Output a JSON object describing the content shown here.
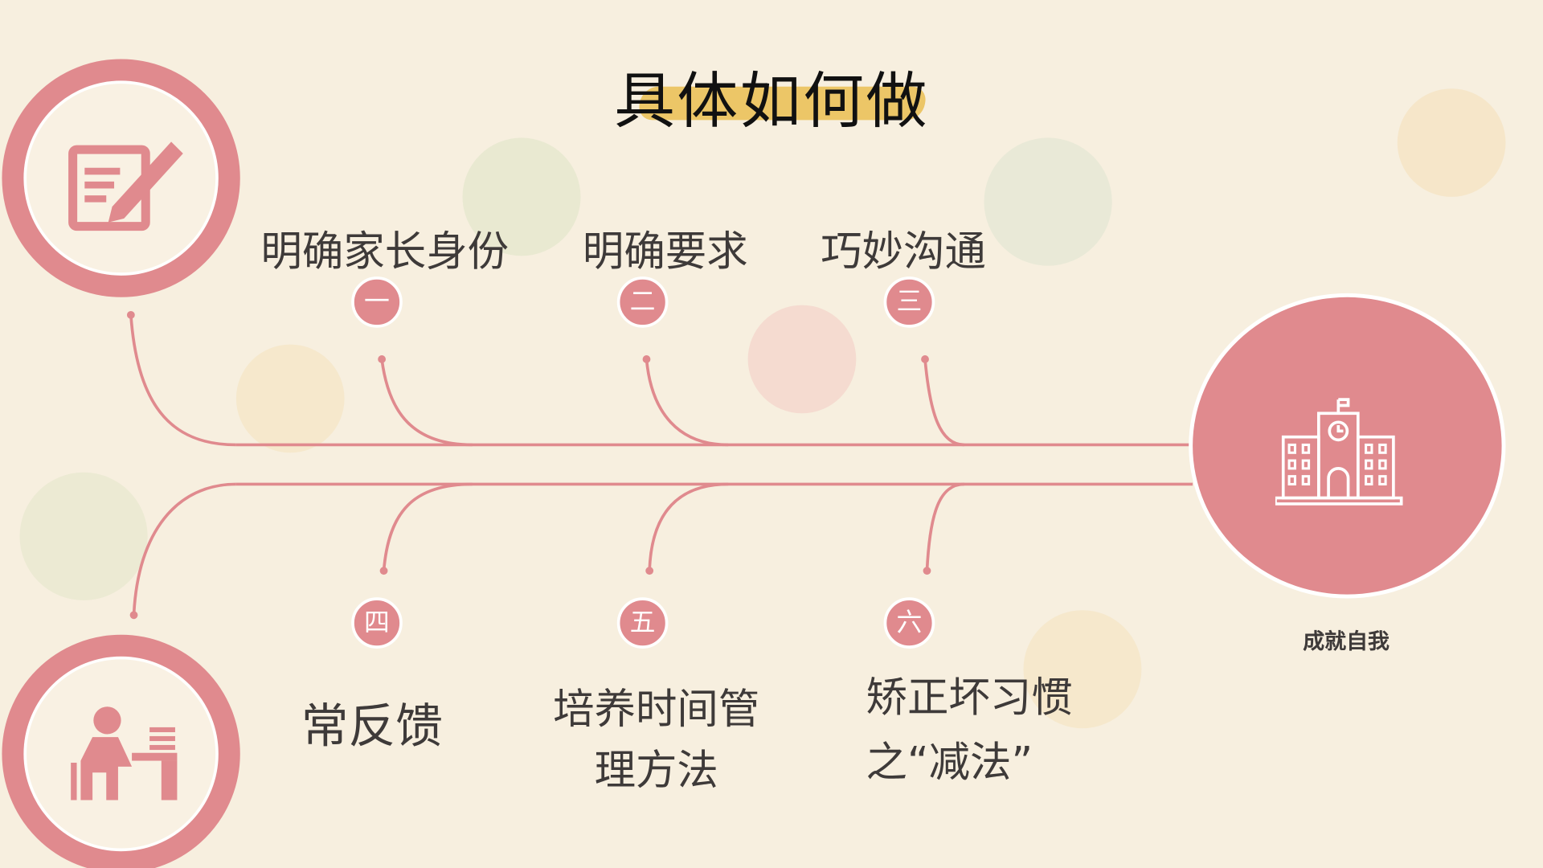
{
  "title": "具体如何做",
  "steps_top": [
    {
      "num": "一",
      "label": "明确家长身份"
    },
    {
      "num": "二",
      "label": "明确要求"
    },
    {
      "num": "三",
      "label": "巧妙沟通"
    }
  ],
  "steps_bottom": [
    {
      "num": "四",
      "label": "常反馈"
    },
    {
      "num": "五",
      "label_line1": "培养时间管",
      "label_line2": "理方法"
    },
    {
      "num": "六",
      "label_line1": "矫正坏习惯",
      "label_line2": "之“减法”"
    }
  ],
  "goal": {
    "caption": "成就自我",
    "icon": "school-icon"
  },
  "icons": {
    "top_left": "notepad-pencil-icon",
    "bottom_left": "student-desk-icon"
  },
  "colors": {
    "accent": "#e08a8e",
    "highlight": "#eac15a",
    "background": "#f7efdf"
  }
}
